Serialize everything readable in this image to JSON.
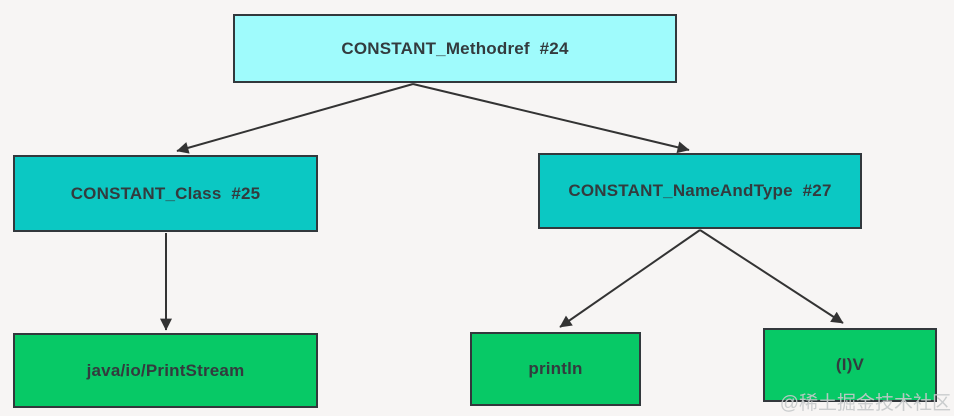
{
  "diagram": {
    "type": "tree",
    "background": "#f7f5f4",
    "border_color": "#32383c",
    "text_color": "#333b3e",
    "arrow_color": "#333333",
    "nodes": [
      {
        "id": "methodref",
        "label": "CONSTANT_Methodref  #24",
        "fill": "#9ffbfc"
      },
      {
        "id": "class",
        "label": "CONSTANT_Class  #25",
        "fill": "#0bc8c3"
      },
      {
        "id": "name_and_type",
        "label": "CONSTANT_NameAndType  #27",
        "fill": "#0bc8c3"
      },
      {
        "id": "printstream",
        "label": "java/io/PrintStream",
        "fill": "#07c966"
      },
      {
        "id": "println",
        "label": "println",
        "fill": "#07c966"
      },
      {
        "id": "iv",
        "label": "(I)V",
        "fill": "#07c966"
      }
    ],
    "edges": [
      {
        "from": "methodref",
        "to": "class"
      },
      {
        "from": "methodref",
        "to": "name_and_type"
      },
      {
        "from": "class",
        "to": "printstream"
      },
      {
        "from": "name_and_type",
        "to": "println"
      },
      {
        "from": "name_and_type",
        "to": "iv"
      }
    ],
    "watermark": "@稀土掘金技术社区"
  }
}
